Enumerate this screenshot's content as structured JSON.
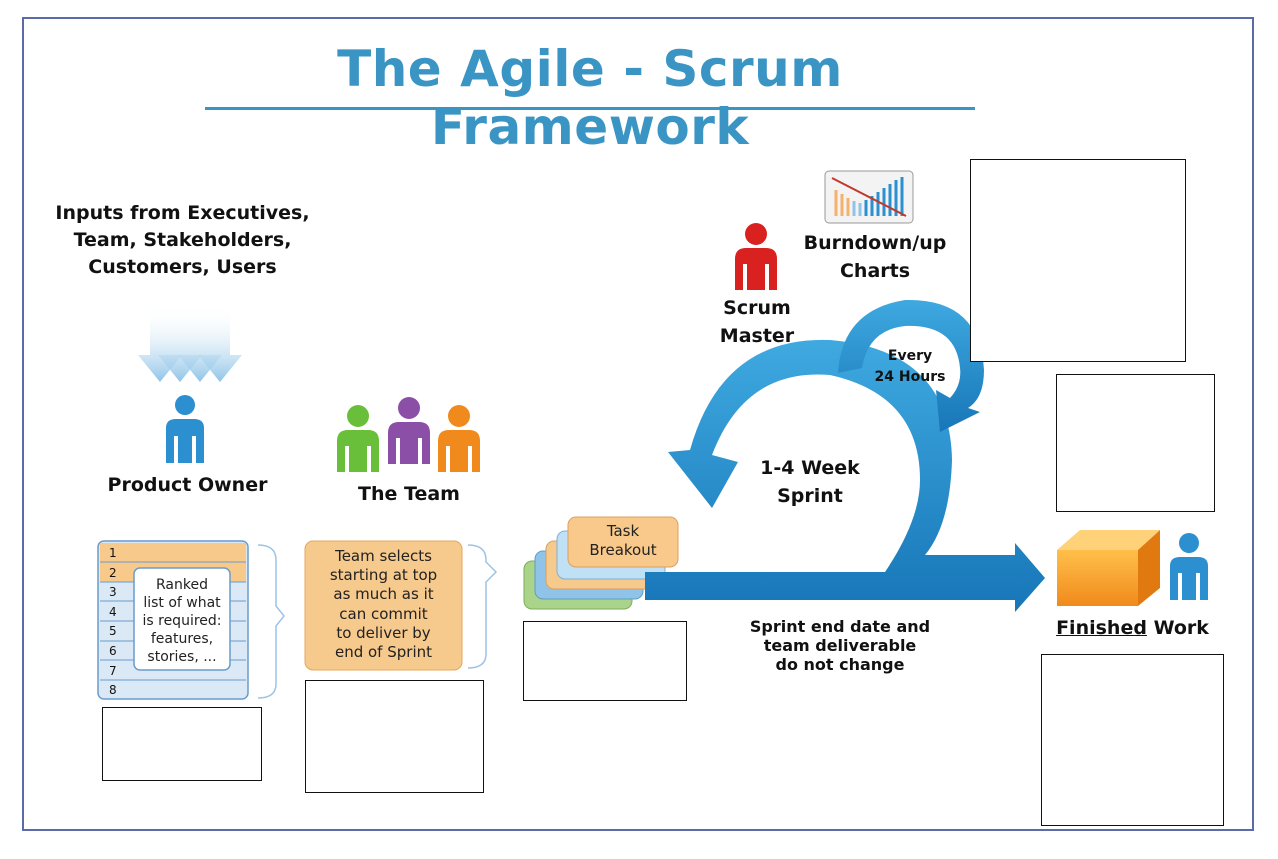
{
  "title": "The Agile - Scrum Framework",
  "inputs": {
    "line1": "Inputs from Executives,",
    "line2": "Team, Stakeholders,",
    "line3": "Customers, Users"
  },
  "product_owner": "Product Owner",
  "the_team": "The Team",
  "backlog": {
    "rows": [
      "1",
      "2",
      "3",
      "4",
      "5",
      "6",
      "7",
      "8"
    ],
    "card": [
      "Ranked",
      "list of what",
      "is required:",
      "features,",
      "stories, ..."
    ]
  },
  "team_select": [
    "Team selects",
    "starting at top",
    "as much as it",
    "can commit",
    "to deliver by",
    "end of Sprint"
  ],
  "task_breakout": [
    "Task",
    "Breakout"
  ],
  "sprint": [
    "1-4 Week",
    "Sprint"
  ],
  "daily": [
    "Every",
    "24 Hours"
  ],
  "scrum_master": [
    "Scrum",
    "Master"
  ],
  "burndown": [
    "Burndown/up",
    "Charts"
  ],
  "sprint_end": [
    "Sprint end date and",
    "team deliverable",
    "do not change"
  ],
  "finished": {
    "word1": "Finished",
    "word2": "Work"
  },
  "colors": {
    "title": "#3a95c4",
    "arrow": "#1f8fcf",
    "orange_card": "#f6c98c",
    "person_blue": "#2b8fd0",
    "person_red": "#d9221f",
    "person_green": "#6abf3a",
    "person_purple": "#8b4fa8",
    "person_orange": "#f08a1c"
  }
}
